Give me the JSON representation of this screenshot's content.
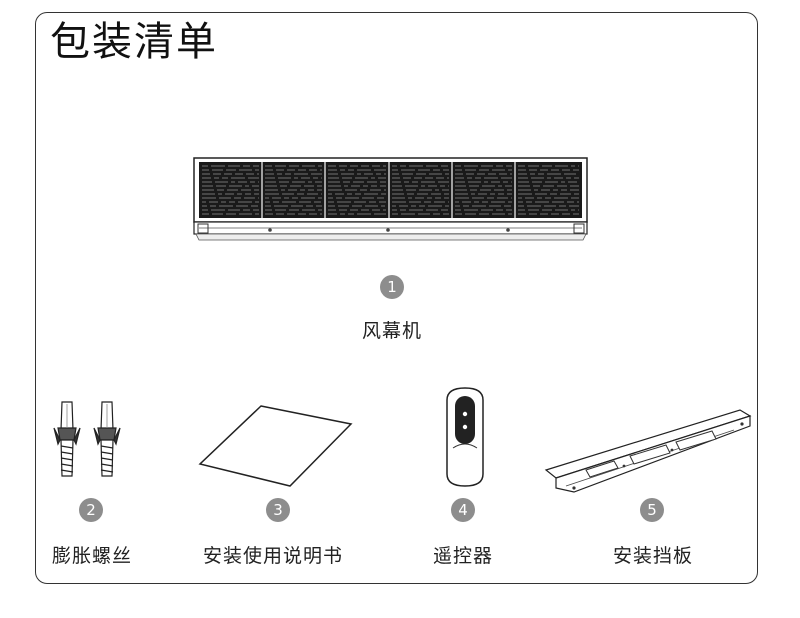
{
  "title": "包装清单",
  "items": [
    {
      "number": "1",
      "label": "风幕机",
      "icon": "air-curtain-icon"
    },
    {
      "number": "2",
      "label": "膨胀螺丝",
      "icon": "expansion-screw-icon"
    },
    {
      "number": "3",
      "label": "安装使用说明书",
      "icon": "manual-icon"
    },
    {
      "number": "4",
      "label": "遥控器",
      "icon": "remote-control-icon"
    },
    {
      "number": "5",
      "label": "安装挡板",
      "icon": "mounting-plate-icon"
    }
  ],
  "colors": {
    "border": "#333333",
    "badge": "#8d8d8d",
    "text": "#222222"
  }
}
